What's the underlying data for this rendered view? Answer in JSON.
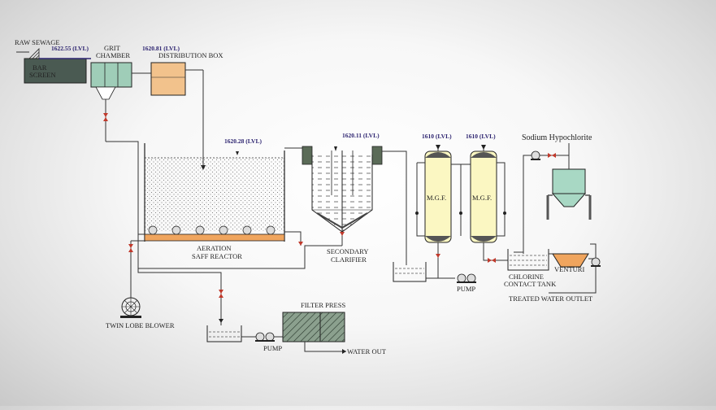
{
  "labels": {
    "raw_sewage": "RAW SEWAGE",
    "bar_screen_1": "BAR",
    "bar_screen_2": "SCREEN",
    "grit_chamber_1": "GRIT",
    "grit_chamber_2": "CHAMBER",
    "distribution_box": "DISTRIBUTION BOX",
    "aeration_1": "AERATION",
    "aeration_2": "SAFF REACTOR",
    "secondary_clarifier_1": "SECONDARY",
    "secondary_clarifier_2": "CLARIFIER",
    "mgf": "M.G.F.",
    "pump": "PUMP",
    "sodium_hypochlorite": "Sodium Hypochlorite",
    "chlorine_contact_1": "CHLORINE",
    "chlorine_contact_2": "CONTACT TANK",
    "venturi": "VENTURI",
    "treated_water_outlet": "TREATED WATER OUTLET",
    "twin_lobe_blower": "TWIN LOBE BLOWER",
    "filter_press": "FILTER PRESS",
    "water_out": "WATER OUT"
  },
  "levels": {
    "grit": "1622.55 (LVL)",
    "distribution": "1620.81 (LVL)",
    "aeration": "1620.28 (LVL)",
    "clarifier": "1620.11 (LVL)",
    "mgf_1": "1610 (LVL)",
    "mgf_2": "1610 (LVL)"
  },
  "colors": {
    "bar_screen": "#4a5a52",
    "grit_chamber": "#9fcdb8",
    "distribution_box": "#f2c28c",
    "aeration_floor": "#f0a55e",
    "mgf_vessel": "#fbf7c2",
    "mgf_cap": "#555555",
    "clarifier_cup": "#5b6b58",
    "hypo_tank": "#a8d8c4",
    "venturi": "#f0a55e",
    "filter_press": "#55705a"
  }
}
